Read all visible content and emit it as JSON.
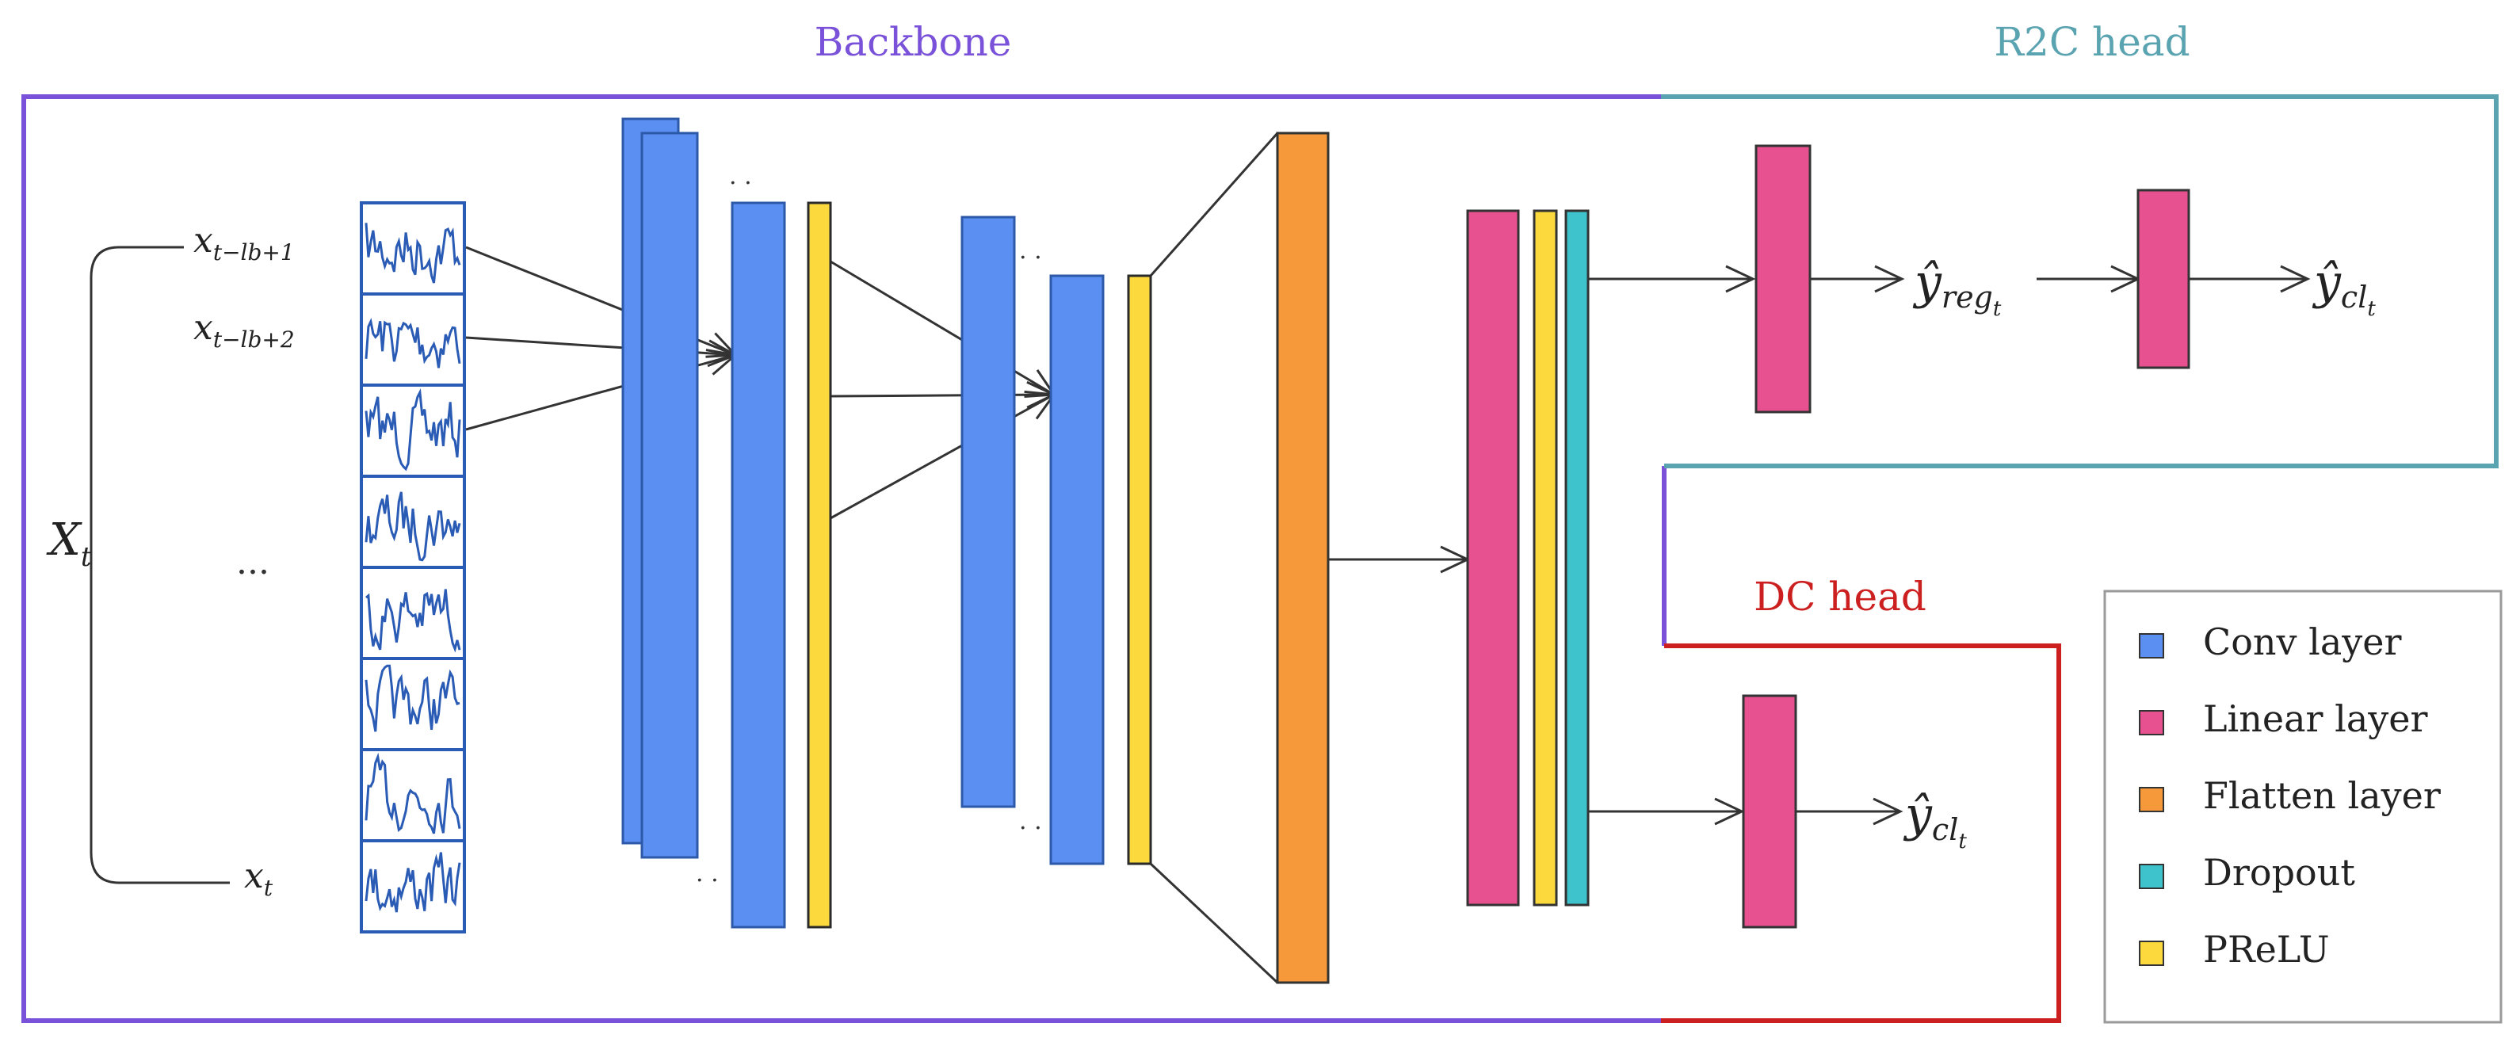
{
  "sections": {
    "backbone": {
      "label": "Backbone",
      "color": "#7a52d9"
    },
    "r2c_head": {
      "label": "R2C head",
      "color": "#5aa3b0"
    },
    "dc_head": {
      "label": "DC head",
      "color": "#cc1f1f"
    }
  },
  "input": {
    "matrix_label": "X",
    "matrix_label_sub": "t",
    "rows": [
      {
        "base": "x",
        "sub": "t−lb+1"
      },
      {
        "base": "x",
        "sub": "t−lb+2"
      },
      {
        "base": "x",
        "sub": "t"
      }
    ],
    "ellipsis": "..."
  },
  "outputs": {
    "reg": {
      "base": "ŷ",
      "sub": "reg",
      "subsub": "t"
    },
    "cl_r2c": {
      "base": "ŷ",
      "sub": "cl",
      "subsub": "t"
    },
    "cl_dc": {
      "base": "ŷ",
      "sub": "cl",
      "subsub": "t"
    }
  },
  "legend": {
    "items": [
      {
        "label": "Conv layer",
        "color": "#5b8ff2"
      },
      {
        "label": "Linear layer",
        "color": "#e8518f"
      },
      {
        "label": "Flatten layer",
        "color": "#f5993a"
      },
      {
        "label": "Dropout",
        "color": "#3ec3cc"
      },
      {
        "label": "PReLU",
        "color": "#fcd93c"
      }
    ]
  },
  "colors": {
    "conv": "#5b8ff2",
    "linear": "#e8518f",
    "flatten": "#f5993a",
    "dropout": "#3ec3cc",
    "prelu": "#fcd93c",
    "signal": "#2a5bb5",
    "line": "#333333"
  }
}
